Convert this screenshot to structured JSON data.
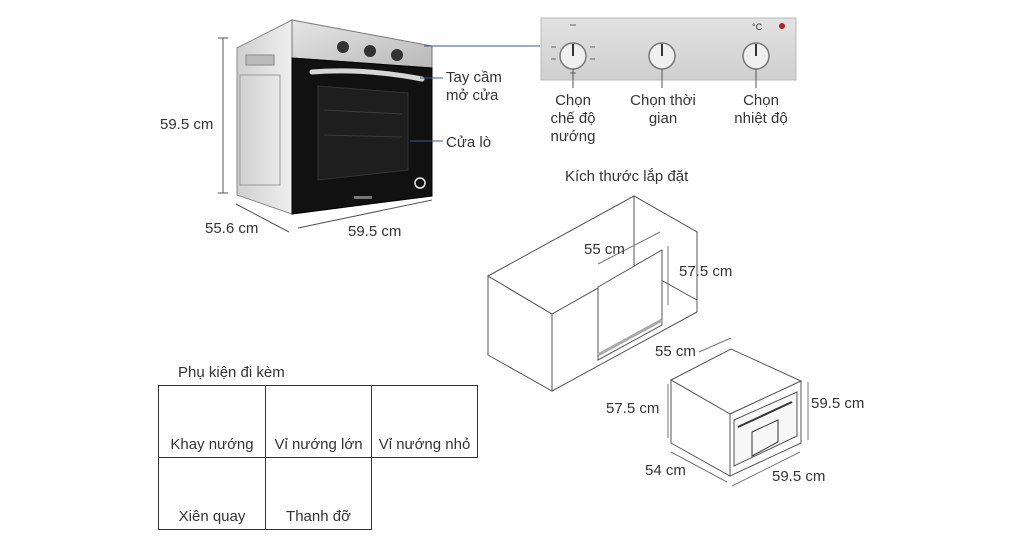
{
  "oven": {
    "height_label": "59.5 cm",
    "depth_label": "55.6 cm",
    "width_label": "59.5 cm",
    "handle_label": "Tay cầm mở cửa",
    "door_label": "Cửa lò"
  },
  "controls": {
    "mode_label": "Chọn chế độ nướng",
    "time_label": "Chọn thời gian",
    "temp_label": "Chọn nhiệt độ",
    "temp_unit": "°C"
  },
  "install": {
    "title": "Kích thước lắp đặt",
    "cabinet_width": "55 cm",
    "cabinet_height": "57.5 cm",
    "unit_top": "55 cm",
    "unit_height_left": "57.5 cm",
    "unit_height_right": "59.5 cm",
    "unit_depth": "54 cm",
    "unit_width": "59.5 cm"
  },
  "accessories": {
    "title": "Phụ kiện đi kèm",
    "items": [
      "Khay nướng",
      "Vỉ nướng lớn",
      "Vỉ nướng nhỏ",
      "Xiên quay",
      "Thanh đỡ"
    ]
  },
  "colors": {
    "oven_steel": "#c9c9c9",
    "oven_door": "#111111",
    "panel": "#d8d8d8",
    "callout_line": "#3a5a8a",
    "line": "#555555"
  }
}
